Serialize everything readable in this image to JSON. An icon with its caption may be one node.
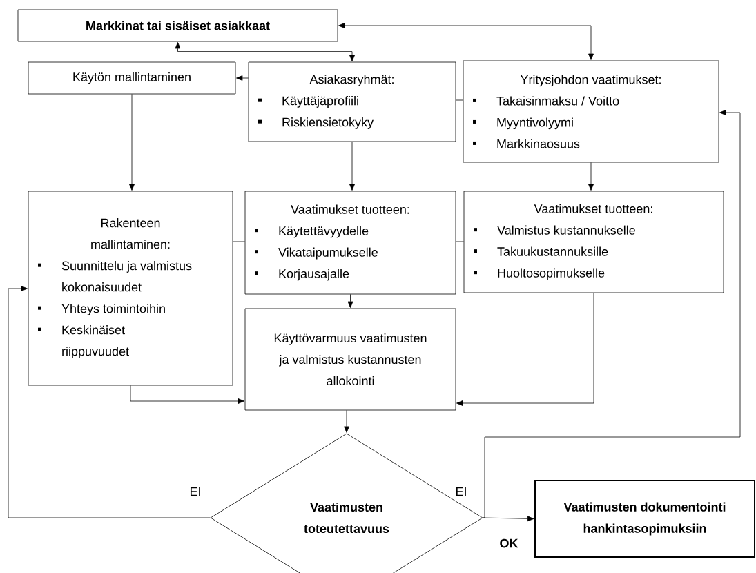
{
  "diagram": {
    "nodes": [
      {
        "text": [
          "Markkinat tai sisäiset asiakkaat"
        ]
      },
      {
        "text": [
          "Käytön mallintaminen"
        ]
      },
      {
        "text": [
          "Asiakasryhmät:",
          "Käyttäjäprofiili",
          "Riskiensietokyky"
        ]
      },
      {
        "text": [
          "Yritysjohdon vaatimukset:",
          "Takaisinmaksu / Voitto",
          "Myyntivolyymi",
          "Markkinaosuus"
        ]
      },
      {
        "text": [
          "Rakenteen mallintaminen:",
          "Suunnittelu ja valmistus kokonaisuudet",
          "Yhteys toimintoihin",
          "Keskinäiset riippuvuudet"
        ]
      },
      {
        "text": [
          "Vaatimukset tuotteen:",
          "Käytettävyydelle",
          "Vikataipumukselle",
          "Korjausajalle"
        ]
      },
      {
        "text": [
          "Vaatimukset tuotteen:",
          "Valmistus kustannukselle",
          "Takuukustannuksille",
          "Huoltosopimukselle"
        ]
      },
      {
        "text": [
          "Käyttövarmuus vaatimusten ja valmistus kustannusten allokointi"
        ]
      },
      {
        "text": [
          "Vaatimusten toteutettavuus"
        ]
      },
      {
        "text": [
          "Vaatimusten dokumentointi hankintasopimuksiin"
        ]
      }
    ],
    "edges": [
      {
        "from": 2,
        "to": 0,
        "arrow": "both"
      },
      {
        "from": 3,
        "to": 0,
        "arrow": "both"
      },
      {
        "from": 2,
        "to": 1,
        "arrow": "to"
      },
      {
        "from": 2,
        "to": 3,
        "arrow": "none"
      },
      {
        "from": 1,
        "to": 4,
        "arrow": "to"
      },
      {
        "from": 2,
        "to": 5,
        "arrow": "to"
      },
      {
        "from": 3,
        "to": 6,
        "arrow": "to"
      },
      {
        "from": 5,
        "to": 6,
        "arrow": "none"
      },
      {
        "from": 4,
        "to": 5,
        "arrow": "none"
      },
      {
        "from": 5,
        "to": 7,
        "arrow": "to"
      },
      {
        "from": 4,
        "to": 7,
        "arrow": "to"
      },
      {
        "from": 6,
        "to": 7,
        "arrow": "to"
      },
      {
        "from": 7,
        "to": 8,
        "arrow": "to"
      },
      {
        "from": 8,
        "to": 4,
        "arrow": "to",
        "label": "EI"
      },
      {
        "from": 8,
        "to": 3,
        "arrow": "to",
        "label": "EI"
      },
      {
        "from": 8,
        "to": 9,
        "arrow": "to",
        "label": "OK"
      }
    ]
  }
}
